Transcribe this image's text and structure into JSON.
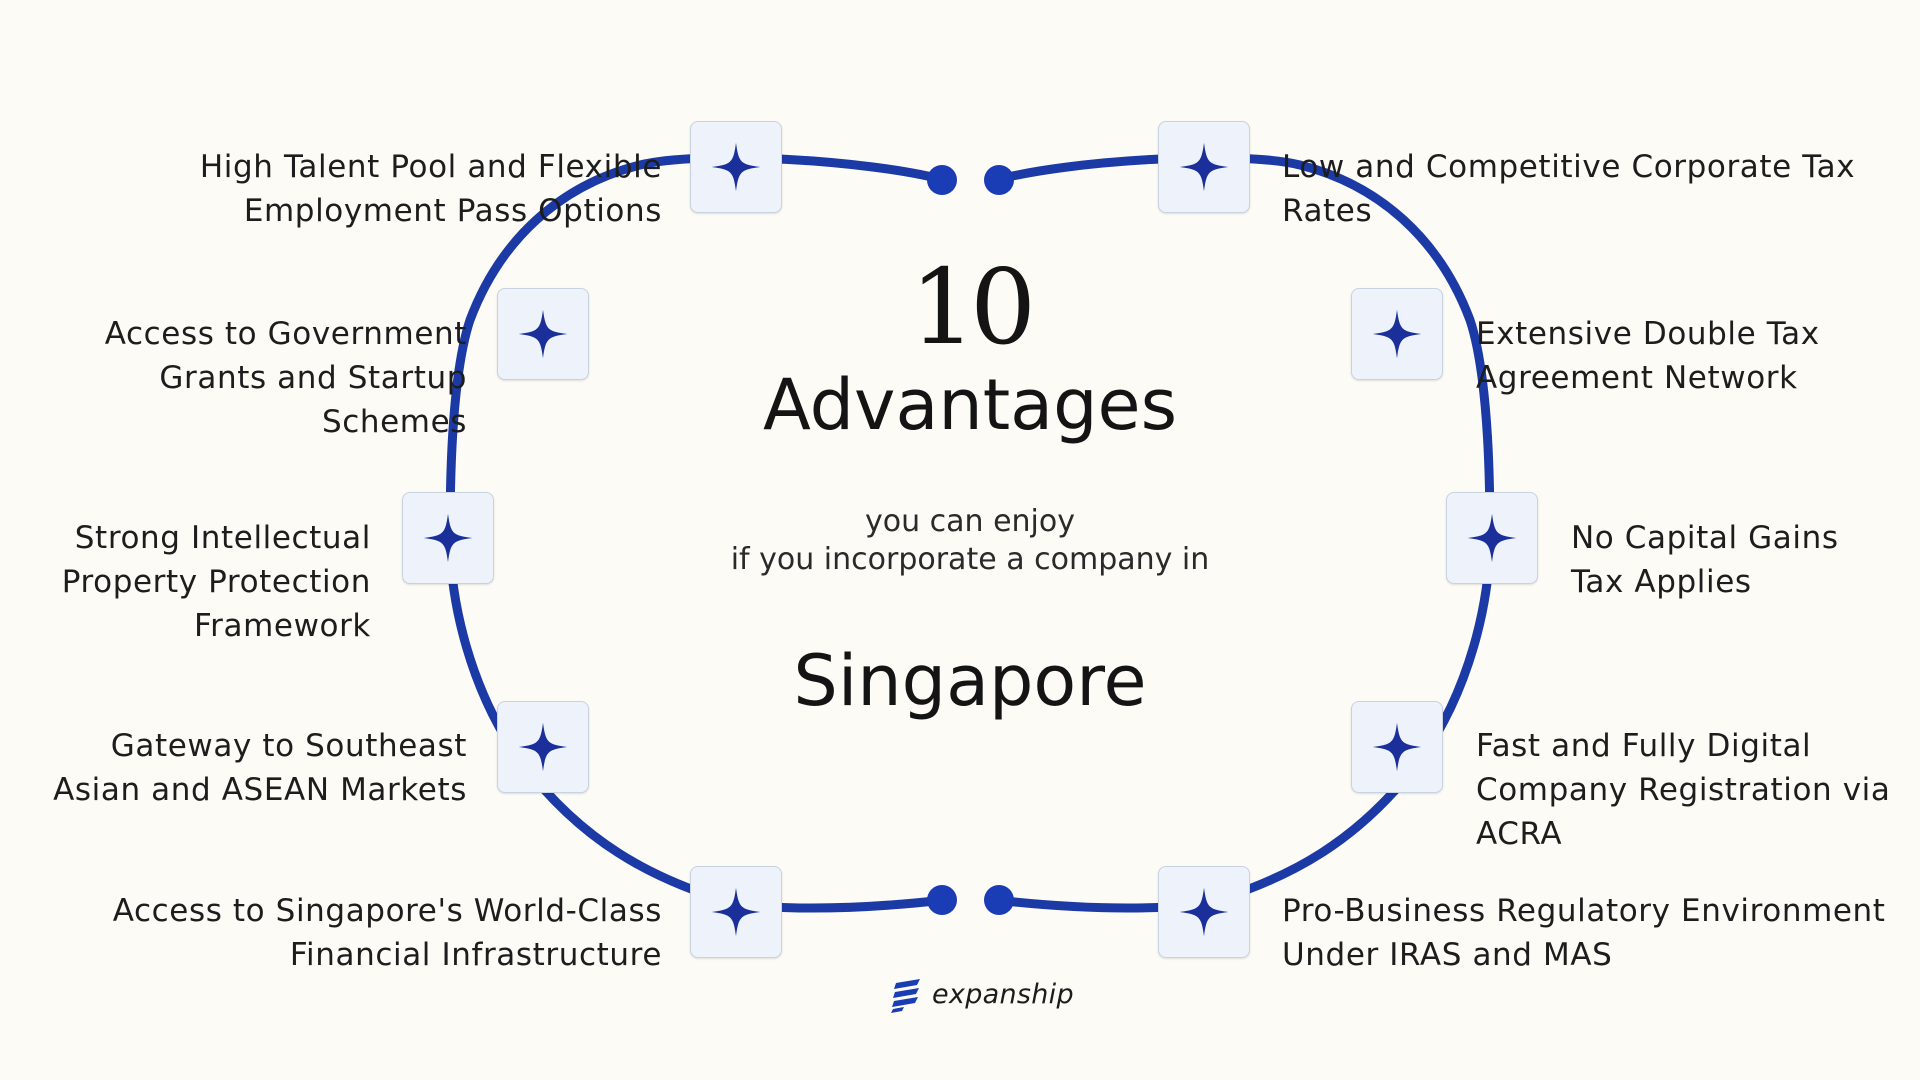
{
  "colors": {
    "ring": "#1b3aa6",
    "dot": "#1a3cb4",
    "star": "#1a2f9a",
    "background": "#fdfbf5"
  },
  "heading": {
    "number": "10",
    "title": "Advantages",
    "subtitle_line1": "you can enjoy",
    "subtitle_line2": "if you incorporate a company in",
    "country": "Singapore"
  },
  "advantages_left": [
    {
      "label": "High Talent Pool and Flexible\nEmployment Pass Options",
      "icon": "sparkle-icon"
    },
    {
      "label": "Access to Government\nGrants and Startup\nSchemes",
      "icon": "sparkle-icon"
    },
    {
      "label": "Strong Intellectual\nProperty Protection\nFramework",
      "icon": "sparkle-icon"
    },
    {
      "label": "Gateway to Southeast\nAsian and ASEAN Markets",
      "icon": "sparkle-icon"
    },
    {
      "label": "Access to Singapore's World-Class\nFinancial Infrastructure",
      "icon": "sparkle-icon"
    }
  ],
  "advantages_right": [
    {
      "label": "Low and Competitive Corporate Tax\nRates",
      "icon": "sparkle-icon"
    },
    {
      "label": "Extensive Double Tax\nAgreement Network",
      "icon": "sparkle-icon"
    },
    {
      "label": "No Capital Gains\nTax Applies",
      "icon": "sparkle-icon"
    },
    {
      "label": "Fast and Fully Digital\nCompany Registration via\nACRA",
      "icon": "sparkle-icon"
    },
    {
      "label": "Pro-Business Regulatory Environment\nUnder IRAS and MAS",
      "icon": "sparkle-icon"
    }
  ],
  "brand": {
    "name": "expanship",
    "icon": "expanship-logo-icon"
  }
}
